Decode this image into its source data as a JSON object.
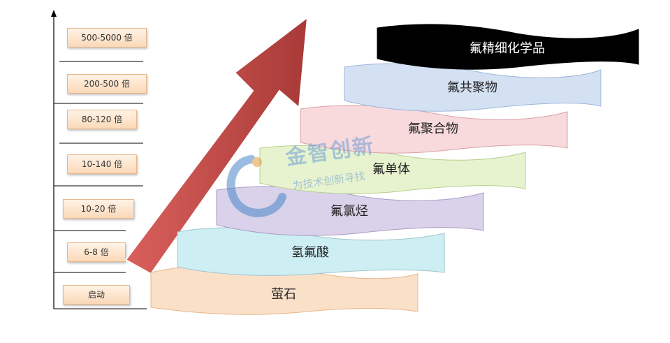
{
  "levels": [
    "启动",
    "6-8 倍",
    "10-20 倍",
    "10-140 倍",
    "80-120 倍",
    "200-500 倍",
    "500-5000 倍"
  ],
  "steps": [
    "萤石",
    "氢氟酸",
    "氟氯烃",
    "氟单体",
    "氟聚合物",
    "氟共聚物",
    "氟精细化学品"
  ],
  "colors": {
    "step_0": "#fbe0c8",
    "step_1": "#cdeef2",
    "step_2": "#d9d2ea",
    "step_3": "#e7f3cf",
    "step_4": "#f8d9dc",
    "step_5": "#d3e1f3",
    "step_6": "#000000",
    "arrow": "#c0504d"
  },
  "watermark": {
    "title": "金智创新",
    "slogan": "为技术创新寻找"
  }
}
